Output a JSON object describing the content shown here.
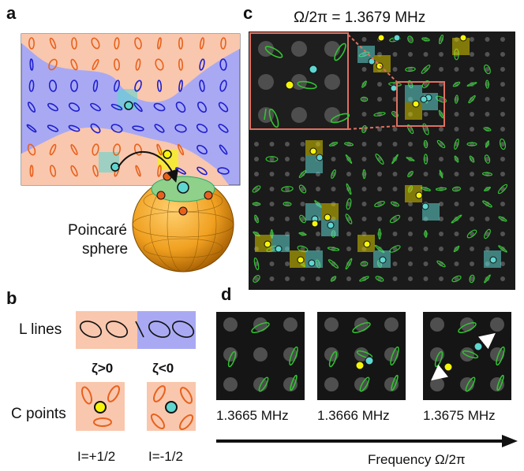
{
  "panels": {
    "a": {
      "letter": "a",
      "sphere_label_line1": "Poincaré",
      "sphere_label_line2": "sphere"
    },
    "b": {
      "letter": "b",
      "l_lines_label": "L lines",
      "c_points_label": "C points",
      "zeta_pos": "ζ>0",
      "zeta_neg": "ζ<0",
      "index_pos": "I=+1/2",
      "index_neg": "I=-1/2"
    },
    "c": {
      "letter": "c",
      "title": "Ω/2π = 1.3679 MHz"
    },
    "d": {
      "letter": "d",
      "freq_labels": [
        "1.3665 MHz",
        "1.3666 MHz",
        "1.3675 MHz"
      ],
      "axis_label": "Frequency Ω/2π"
    }
  },
  "colors": {
    "region_pos": "#f9c7ad",
    "region_neg": "#a9a9f3",
    "ellipse_orange": "#e8611c",
    "ellipse_blue": "#1f1fd0",
    "ellipse_green": "#31c531",
    "c_point_yellow": "#f5f50a",
    "c_point_cyan": "#5fd6d0",
    "inset_border": "#e07060",
    "sphere": "#f0a020"
  }
}
